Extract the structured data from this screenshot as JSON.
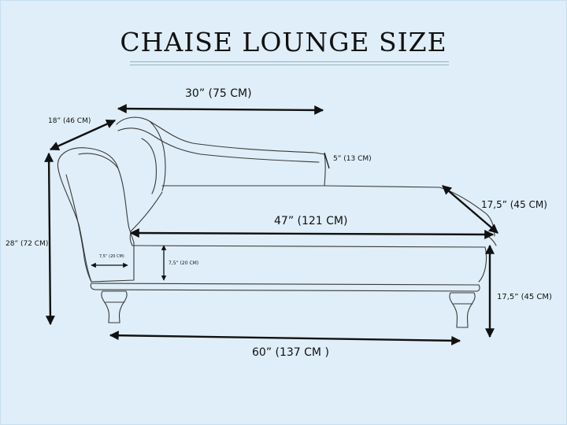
{
  "title": "CHAISE LOUNGE SIZE",
  "dimensions": {
    "back_width": "30” (75 CM)",
    "arm_depth": "18” (46 CM)",
    "back_height_top": "5” (13 CM)",
    "total_height": "28” (72 CM)",
    "seat_length": "47” (121 CM)",
    "seat_depth": "17,5” (45 CM)",
    "arm_thickness": "7,5” (20 CM)",
    "cushion_height": "7,5” (20 CM)",
    "seat_height": "17,5” (45 CM)",
    "overall_length": "60” (137 CM )"
  },
  "colors": {
    "background": "#dfeef8",
    "line": "#3a3a3a",
    "arrow": "#111111"
  }
}
